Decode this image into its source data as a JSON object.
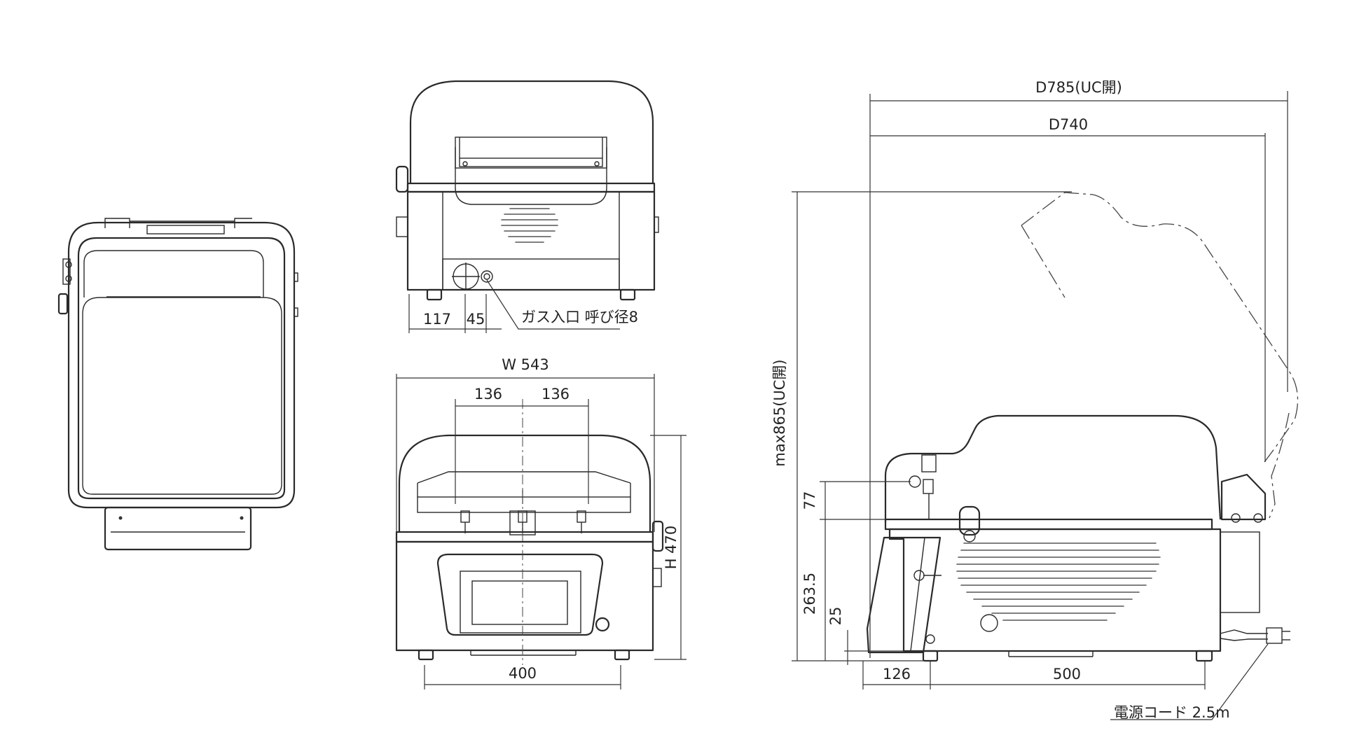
{
  "dimensions": {
    "depth_open": "D785(UC開)",
    "depth": "D740",
    "max_height": "max865(UC開)",
    "width": "W 543",
    "height": "H 470",
    "h77": "77",
    "h263": "263.5",
    "h25": "25",
    "d126": "126",
    "d500": "500",
    "w400": "400",
    "w136a": "136",
    "w136b": "136",
    "g117": "117",
    "g45": "45"
  },
  "notes": {
    "gas_inlet": "ガス入口 呼び径8",
    "power_cord": "電源コード 2.5m"
  }
}
